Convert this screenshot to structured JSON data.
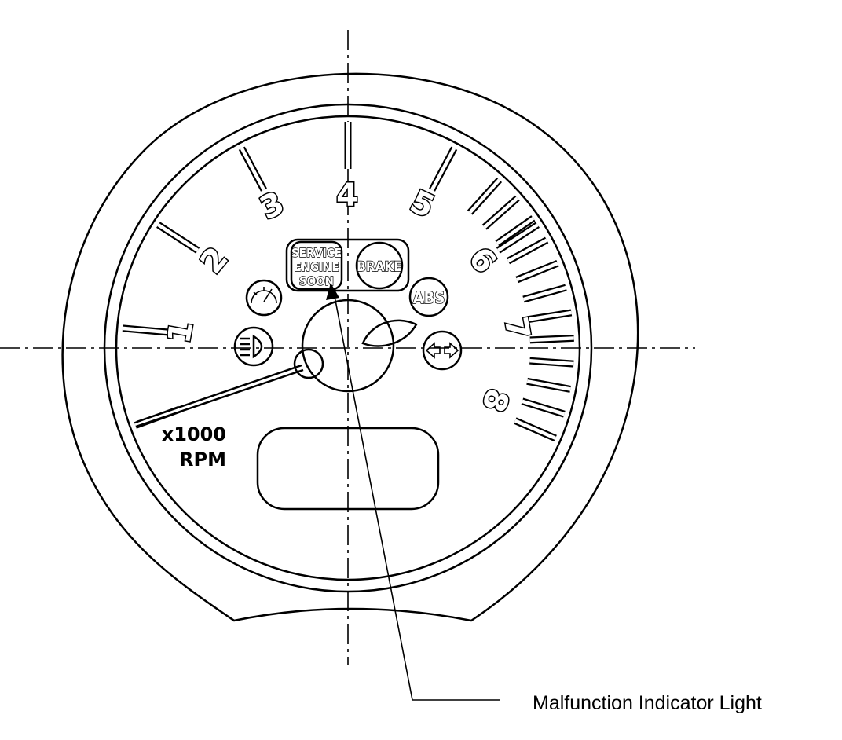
{
  "gauge": {
    "numerals": [
      "1",
      "2",
      "3",
      "4",
      "5",
      "6",
      "7",
      "8"
    ],
    "unit_line1": "x1000",
    "unit_line2": "RPM"
  },
  "indicators": {
    "service_engine_soon": [
      "SERVICE",
      "ENGINE",
      "SOON"
    ],
    "brake": "BRAKE",
    "abs": "ABS"
  },
  "icons": {
    "cruise": "speedometer-icon",
    "headlamp": "headlamp-icon",
    "turn_signal": "turn-signal-arrows-icon",
    "needle": "tachometer-needle-icon",
    "hub_leaf": "leaf-icon"
  },
  "callout": {
    "label": "Malfunction Indicator Light"
  }
}
